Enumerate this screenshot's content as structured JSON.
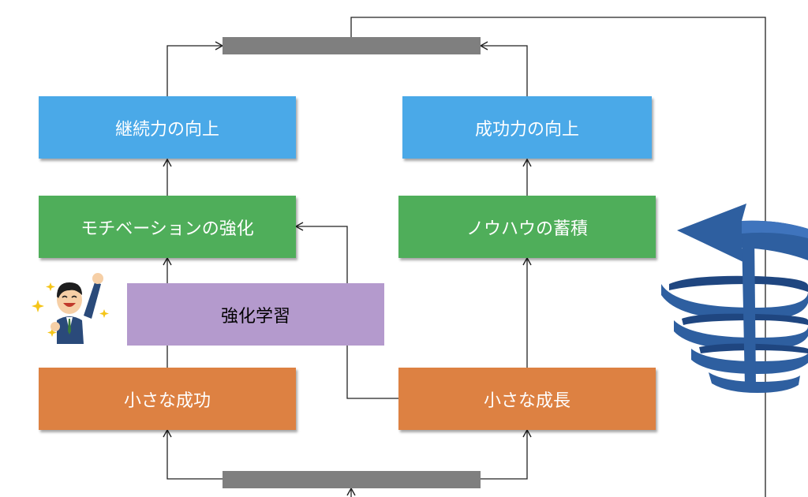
{
  "boxes": {
    "continuity": "継続力の向上",
    "success_power": "成功力の向上",
    "motivation": "モチベーションの強化",
    "knowhow": "ノウハウの蓄積",
    "reinforcement": "強化学習",
    "small_success": "小さな成功",
    "small_growth": "小さな成長"
  },
  "colors": {
    "blue": "#4aa9e8",
    "green": "#4fae5a",
    "orange": "#dd8142",
    "purple": "#b49acd",
    "bar": "#7f7f7f",
    "spiral": "#2e5fa0"
  },
  "icons": [
    "happy-businessman-icon",
    "spiral-arrow-icon"
  ]
}
